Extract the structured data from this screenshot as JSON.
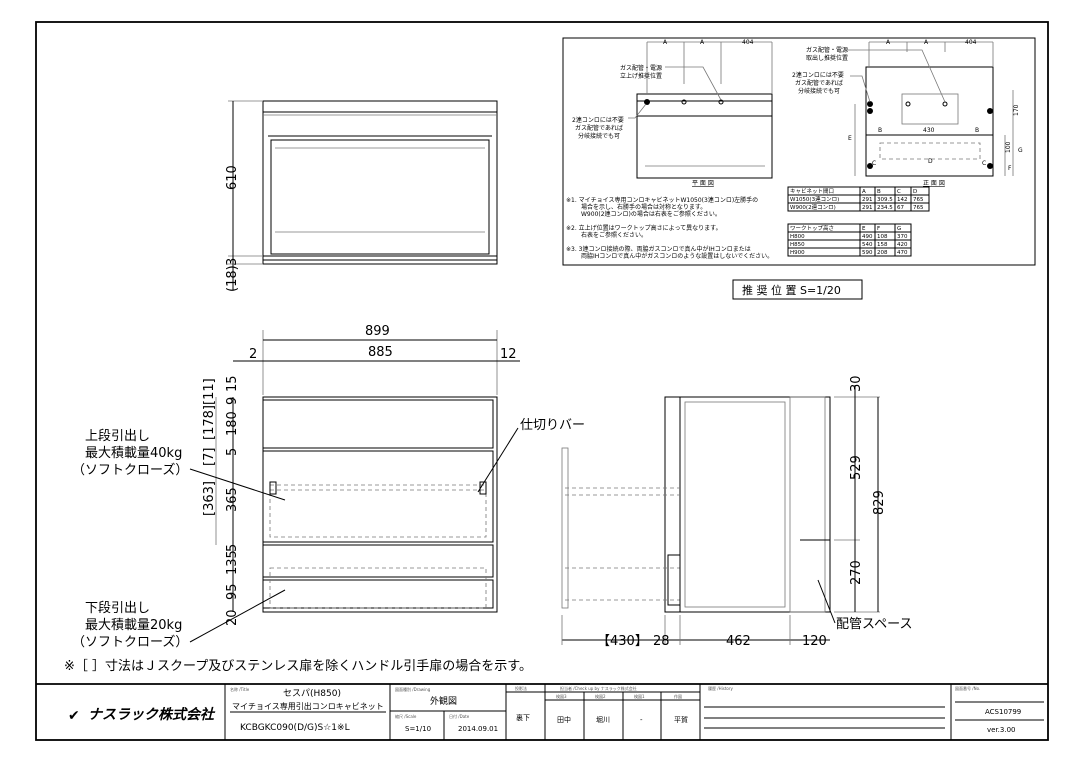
{
  "plan_view": {
    "dim_depth": "610",
    "dim_gap": "3",
    "dim_extra": "(18)"
  },
  "front_view": {
    "dim_total": "899",
    "dim_inner": "885",
    "dim_left": "2",
    "dim_right": "12",
    "left_dims": [
      "15",
      "9",
      "180",
      "5",
      "365",
      "5",
      "135",
      "95",
      "20"
    ],
    "bracket_dims": [
      "[11]",
      "[178]",
      "[7]",
      "[363]"
    ],
    "upper_drawer": [
      "上段引出し",
      "最大積載量40kg",
      "（ソフトクローズ）"
    ],
    "lower_drawer": [
      "下段引出し",
      "最大積載量20kg",
      "（ソフトクローズ）"
    ],
    "divider_label": "仕切りバー"
  },
  "side_view": {
    "right_dims": [
      "30",
      "529",
      "829",
      "270"
    ],
    "bottom_dims": [
      "【430】",
      "28",
      "462",
      "120"
    ],
    "piping_label": "配管スペース"
  },
  "note": "※［ ］寸法はＪスクープ及びステンレス扉を除くハンドル引手扉の場合を示す。",
  "inset": {
    "caption": "推 奨 位 置  S=1/20",
    "plan_title": "平 面 図",
    "front_title": "正 面 図",
    "top_dims": [
      "A",
      "A",
      "404"
    ],
    "gas_label_plan": [
      "ガス配管・電源",
      "立上げ推奨位置"
    ],
    "gas_label_front": [
      "ガス配管・電源",
      "取出し推奨位置"
    ],
    "two_burner_note": [
      "2連コンロには不要",
      "ガス配管であれば",
      "分岐接続でも可"
    ],
    "front_dims": {
      "w": "430",
      "b": "B",
      "c": "C",
      "d": "D",
      "e": "E",
      "f": "F",
      "g": "G",
      "f2": "170",
      "g2": "100"
    },
    "notes": [
      "※1. マイチョイス専用コンロキャビネットW1050(3連コンロ)左勝手の",
      "場合を示し、右勝手の場合は対称となります。",
      "W900(2連コンロ)の場合は右表をご参照ください。",
      "※2. 立上げ位置はワークトップ高さによって異なります。",
      "右表をご参照ください。",
      "※3. 3連コンロ接続の際、両脇ガスコンロで真ん中がIHコンロまたは",
      "両脇IHコンロで真ん中がガスコンロのような設置はしないでください。"
    ],
    "table1": {
      "headers": [
        "キャビネット間口",
        "A",
        "B",
        "C",
        "D"
      ],
      "rows": [
        [
          "W1050(3連コンロ)",
          "291",
          "309.5",
          "142",
          "765"
        ],
        [
          "W900(2連コンロ)",
          "291",
          "234.5",
          "67",
          "765"
        ]
      ]
    },
    "table2": {
      "headers": [
        "ワークトップ高さ",
        "E",
        "F",
        "G"
      ],
      "rows": [
        [
          "H800",
          "490",
          "108",
          "370"
        ],
        [
          "H850",
          "540",
          "158",
          "420"
        ],
        [
          "H900",
          "590",
          "208",
          "470"
        ]
      ]
    }
  },
  "title_block": {
    "company": "ナスラック株式会社",
    "title_label": "名称 /Title",
    "title": "セスパ(H850)",
    "subtitle": "マイチョイス専用引出コンロキャビネット",
    "model": "KCBGKC090(D/G)S☆1※L",
    "drawing_label": "図面種別 /Drawing",
    "drawing": "外観図",
    "scale_label": "縮尺 /Scale",
    "scale": "S=1/10",
    "date_label": "日付 /Date",
    "date": "2014.09.01",
    "method_label": "投影法",
    "method": "裏下",
    "check_label": "担当者 /Check up by ナスラック株式会社",
    "checkers_labels": [
      "検図3",
      "検図2",
      "検図1",
      "作図"
    ],
    "checkers": [
      "田中",
      "堀川",
      "-",
      "平賀"
    ],
    "history_label": "履歴 /History",
    "no_label": "図面番号 /No.",
    "number": "ACS10799",
    "version": "ver.3.00"
  }
}
